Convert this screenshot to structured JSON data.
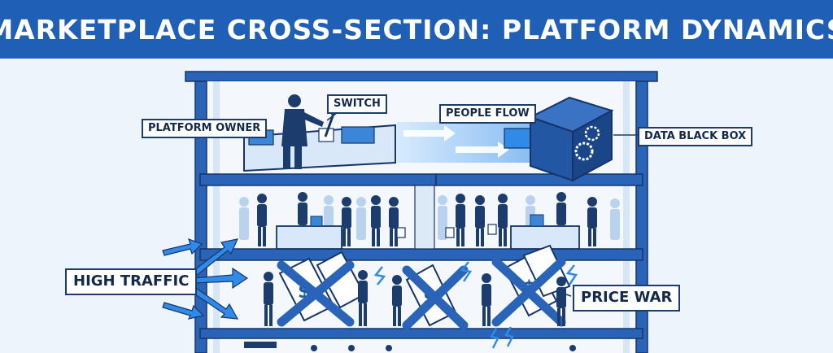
{
  "title": "MARKETPLACE CROSS-SECTION: PLATFORM DYNAMICS",
  "labels": {
    "switch": "SWITCH",
    "people_flow": "PEOPLE FLOW",
    "platform_owner": "PLATFORM OWNER",
    "data_black_box": "DATA BLACK BOX",
    "high_traffic": "HIGH TRAFFIC",
    "price_war": "PRICE WAR"
  },
  "colors": {
    "banner": "#1f5fb6",
    "structure": "#2a64b8",
    "figure": "#1d3c6e",
    "arrow": "#2f8ae8",
    "crowd": "#b9d3ee"
  }
}
